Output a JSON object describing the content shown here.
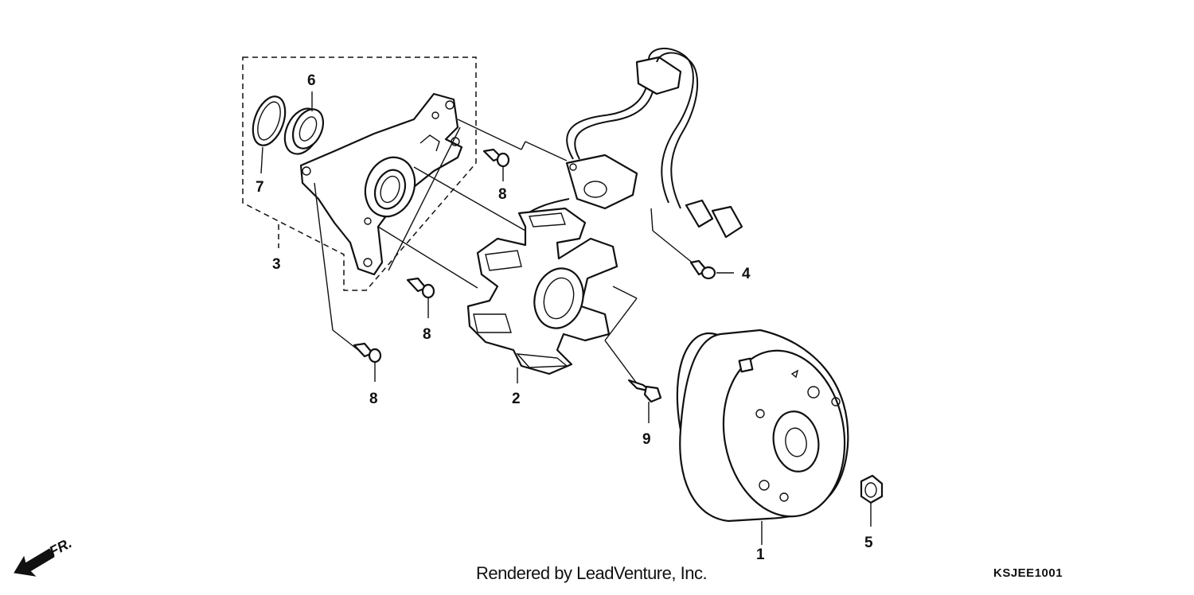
{
  "callouts": [
    "1",
    "2",
    "3",
    "4",
    "5",
    "6",
    "7",
    "8",
    "8",
    "8",
    "9"
  ],
  "direction_marker": "FR.",
  "render_credit": "Rendered by LeadVenture, Inc.",
  "diagram_code": "KSJEE1001"
}
